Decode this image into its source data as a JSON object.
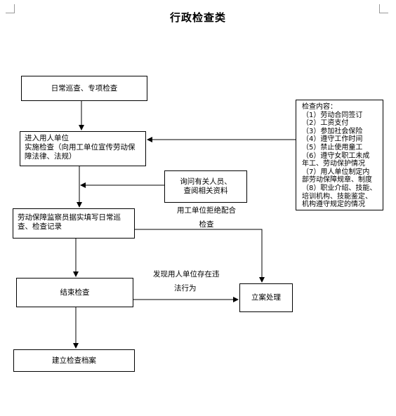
{
  "title": "行政检查类",
  "nodes": {
    "daily_inspection": "日常巡查、专项检查",
    "enter_unit": [
      "进入用人单位",
      "实施检查（向用工单位宣传劳动保",
      "障法律、法规）"
    ],
    "inquiry": [
      "询问有关人员、",
      "查阅相关资料"
    ],
    "inspector_record": [
      "劳动保障监察员据实填写日常巡",
      "查、检查记录"
    ],
    "end_inspection": "结束检查",
    "file_record": "建立检查档案",
    "case_filing": "立案处理",
    "content_list": [
      "检查内容：",
      "（1）劳动合同签订",
      "（2）工资支付",
      "（3）参加社会保险",
      "（4）遵守工作时间",
      "（5）禁止使用童工",
      "（6）遵守女职工未成",
      "年工、劳动保护情况",
      "（7）用人单位制定内",
      "部劳动保障规章、制度",
      "（8）职业介绍、技能、",
      "培训机构、技能鉴定、",
      "机构遵守规定的情况"
    ]
  },
  "edge_labels": {
    "refuse": [
      "用工单位拒绝配合",
      "检查"
    ],
    "violation": [
      "发现用人单位存在违",
      "法行为"
    ]
  }
}
